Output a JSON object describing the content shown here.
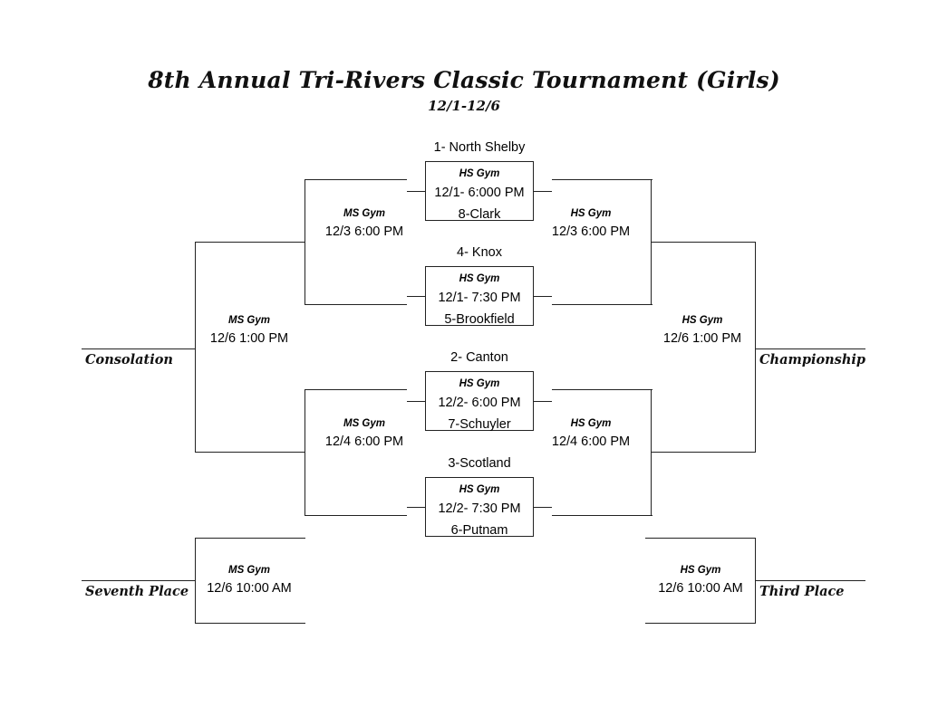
{
  "header": {
    "title": "8th Annual Tri-Rivers Classic Tournament (Girls)",
    "dates": "12/1-12/6"
  },
  "round1": [
    {
      "seed_label": "1- North Shelby",
      "gym": "HS Gym",
      "datetime": "12/1- 6:000 PM",
      "opponent": "8-Clark"
    },
    {
      "seed_label": "4- Knox",
      "gym": "HS Gym",
      "datetime": "12/1- 7:30 PM",
      "opponent": "5-Brookfield"
    },
    {
      "seed_label": "2- Canton",
      "gym": "HS Gym",
      "datetime": "12/2- 6:00 PM",
      "opponent": "7-Schuyler"
    },
    {
      "seed_label": "3-Scotland",
      "gym": "HS Gym",
      "datetime": "12/2- 7:30 PM",
      "opponent": "6-Putnam"
    }
  ],
  "round2": {
    "upper_left": {
      "gym": "MS Gym",
      "datetime": "12/3 6:00 PM"
    },
    "upper_right": {
      "gym": "HS Gym",
      "datetime": "12/3 6:00 PM"
    },
    "lower_left": {
      "gym": "MS Gym",
      "datetime": "12/4 6:00 PM"
    },
    "lower_right": {
      "gym": "HS Gym",
      "datetime": "12/4 6:00 PM"
    }
  },
  "finals": {
    "consolation_game": {
      "gym": "MS Gym",
      "datetime": "12/6 1:00 PM"
    },
    "championship_game": {
      "gym": "HS Gym",
      "datetime": "12/6 1:00 PM"
    },
    "seventh_place_game": {
      "gym": "MS Gym",
      "datetime": "12/6 10:00 AM"
    },
    "third_place_game": {
      "gym": "HS Gym",
      "datetime": "12/6 10:00 AM"
    }
  },
  "placements": {
    "consolation": "Consolation",
    "championship": "Championship",
    "seventh_place": "Seventh Place",
    "third_place": "Third Place"
  },
  "colors": {
    "line": "#222222",
    "text": "#000000",
    "background": "#ffffff"
  }
}
